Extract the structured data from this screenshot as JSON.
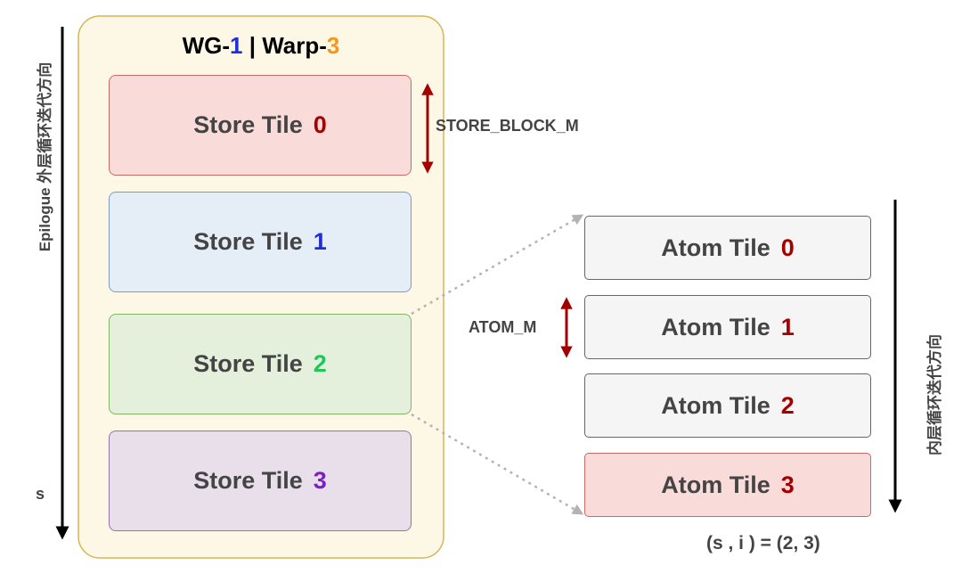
{
  "title": {
    "prefix": "WG-",
    "wg": "1",
    "sep": " | Warp-",
    "warp": "3"
  },
  "colors": {
    "wg": "#1f2fd6",
    "warp": "#f5961e",
    "dark_red": "#a30000",
    "store": [
      {
        "fill": "#f9dcd9",
        "stroke": "#c96a6a",
        "index_color": "#a30000"
      },
      {
        "fill": "#e5edf7",
        "stroke": "#7b9cc9",
        "index_color": "#1f2fd6"
      },
      {
        "fill": "#e4f0db",
        "stroke": "#82b366",
        "index_color": "#1fc65a"
      },
      {
        "fill": "#e8dfea",
        "stroke": "#9673a6",
        "index_color": "#7b1fc6"
      }
    ],
    "atom_fill": "#f5f5f5",
    "atom_stroke": "#666666",
    "atom_highlight_fill": "#f9dcd9",
    "atom_highlight_stroke": "#c96a6a"
  },
  "store_tiles": [
    {
      "label": "Store Tile",
      "index": "0"
    },
    {
      "label": "Store Tile",
      "index": "1"
    },
    {
      "label": "Store Tile",
      "index": "2"
    },
    {
      "label": "Store Tile",
      "index": "3"
    }
  ],
  "atom_tiles": [
    {
      "label": "Atom Tile",
      "index": "0"
    },
    {
      "label": "Atom Tile",
      "index": "1"
    },
    {
      "label": "Atom Tile",
      "index": "2"
    },
    {
      "label": "Atom Tile",
      "index": "3"
    }
  ],
  "store_block_label": "STORE_BLOCK_M",
  "atom_m_label": "ATOM_M",
  "outer_loop_label": "Epilogue 外层循环迭代方向",
  "s_label": "s",
  "inner_loop_label": "内层循环迭代方向",
  "coord_label": "(s , i ) = (2, 3)"
}
